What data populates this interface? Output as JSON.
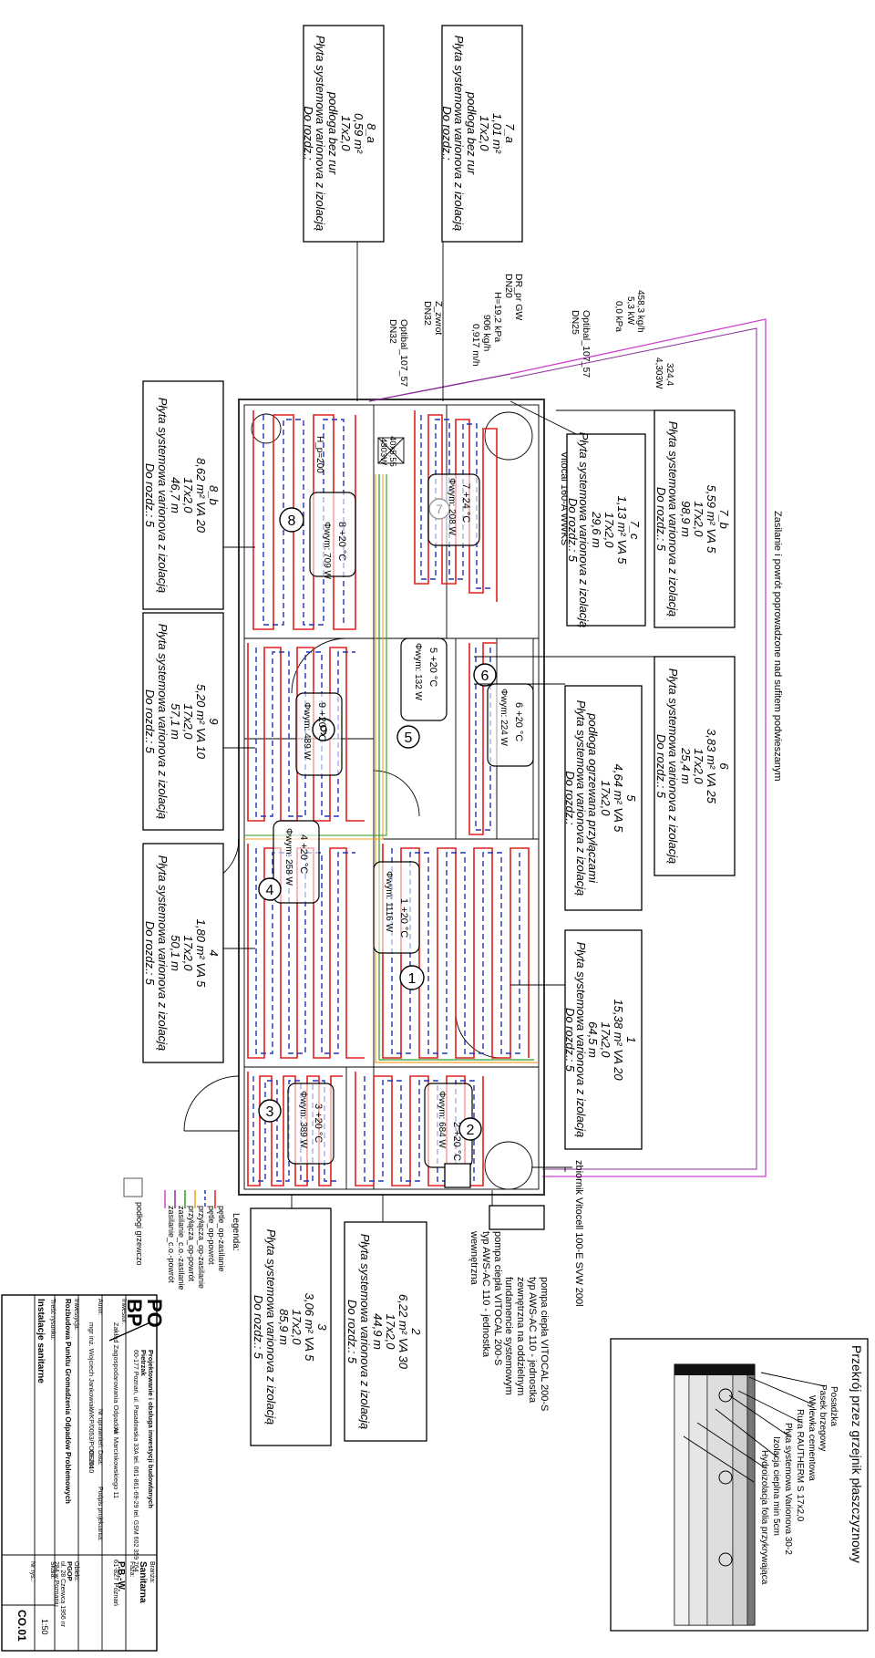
{
  "feed_note": "Zasilanie i powrót poprowadzone nad sufitem podwieszanym",
  "section": {
    "title": "Przekrój przez grzejnik płaszczyznowy",
    "layers": [
      "Posadzka",
      "Pasek brzegowy",
      "Wylewka cementowa",
      "Rura RAUTHERM S 17x2,0",
      "Płyta systemowa Varionova 30-2",
      "Izolacja cieplna min 5cm",
      "Hydroizolacja folia przykrywająca"
    ]
  },
  "rooms": [
    {
      "id": "7a",
      "lines": [
        "7_a",
        "1,01 m²",
        "17x2,0",
        "podłoga bez rur",
        "Płyta systemowa varionova z izolacją",
        "Do rozdz.:"
      ]
    },
    {
      "id": "8a",
      "lines": [
        "8_a",
        "0,59 m²",
        "17x2,0",
        "podłoga bez rur",
        "Płyta systemowa varionova z izolacją",
        "Do rozdz.:"
      ]
    },
    {
      "id": "7b",
      "lines": [
        "7_b",
        "5,59 m² VA 5",
        "17x2,0",
        "98,9 m",
        "Płyta systemowa varionova z izolacją",
        "Do rozdz.: 5"
      ]
    },
    {
      "id": "7c",
      "lines": [
        "7_c",
        "1,13 m² VA 5",
        "17x2,0",
        "29,6 m",
        "Płyta systemowa varionova z izolacją",
        "Do rozdz.: 5"
      ]
    },
    {
      "id": "8b",
      "lines": [
        "8_b",
        "8,62 m² VA 20",
        "17x2,0",
        "46,7 m",
        "Płyta systemowa varionova z izolacją",
        "Do rozdz.: 5"
      ]
    },
    {
      "id": "6",
      "lines": [
        "6",
        "3,83 m² VA 25",
        "17x2,0",
        "25,4 m",
        "Płyta systemowa varionova z izolacją",
        "Do rozdz.: 5"
      ]
    },
    {
      "id": "5",
      "lines": [
        "5",
        "4,64 m² VA 5",
        "17x2,0",
        "podłoga ogrzewana przyłączami",
        "Płyta systemowa varionova z izolacją",
        "Do rozdz.:"
      ]
    },
    {
      "id": "9",
      "lines": [
        "9",
        "5,20 m² VA 10",
        "17x2,0",
        "57,1 m",
        "Płyta systemowa varionova z izolacją",
        "Do rozdz.: 5"
      ]
    },
    {
      "id": "4",
      "lines": [
        "4",
        "1,80 m² VA 5",
        "17x2,0",
        "50,1 m",
        "Płyta systemowa varionova z izolacją",
        "Do rozdz.: 5"
      ]
    },
    {
      "id": "1",
      "lines": [
        "1",
        "15,38 m² VA 20",
        "17x2,0",
        "64,5 m",
        "Płyta systemowa varionova z izolacją",
        "Do rozdz.: 5"
      ]
    },
    {
      "id": "2",
      "lines": [
        "2",
        "6,22 m² VA 30",
        "17x2,0",
        "44,9 m",
        "Płyta systemowa varionova z izolacją",
        "Do rozdz.: 5"
      ]
    },
    {
      "id": "3",
      "lines": [
        "3",
        "3,06 m² VA 5",
        "17x2,0",
        "85,9 m",
        "Płyta systemowa varionova z izolacją",
        "Do rozdz.: 5"
      ]
    }
  ],
  "badges": [
    {
      "num": "7",
      "temp": "7 +24 °C",
      "power": "Φwym: 208 W"
    },
    {
      "num": "8",
      "temp": "8 +20 °C",
      "power": "Φwym: 709 W"
    },
    {
      "num": "6",
      "temp": "6 +20 °C",
      "power": "Φwym: 224 W"
    },
    {
      "num": "5",
      "temp": "5 +20 °C",
      "power": "Φwym: 132 W"
    },
    {
      "num": "9",
      "temp": "9 +20 °C",
      "power": "Φwym: 489 W"
    },
    {
      "num": "4",
      "temp": "4 +20 °C",
      "power": "Φwym: 258 W"
    },
    {
      "num": "1",
      "temp": "1 +20 °C",
      "power": "Φwym: 1116 W"
    },
    {
      "num": "2",
      "temp": "2 +20 °C",
      "power": "Φwym: 684 W"
    },
    {
      "num": "3",
      "temp": "3 +20 °C",
      "power": "Φwym: 389 W"
    }
  ],
  "equipment": {
    "pipe_main": [
      "DR_pr GW",
      "DN20",
      "H=19,2 kPa",
      "906 kg/h",
      "0,917 m/h"
    ],
    "z_zwrot": [
      "Z_zwrot",
      "DN32"
    ],
    "optibal_a": [
      "Optibal_107_57",
      "DN32"
    ],
    "optibal_b": [
      "Optibal_107_57",
      "DN25"
    ],
    "flow": [
      "458,3 kg/h",
      "5,3 kW",
      "0,0 kPa"
    ],
    "q_label": [
      "324,4",
      "4,303W"
    ],
    "vitocal_label": "Vitocal 160-A WWKS",
    "manifold": [
      "40x5,55",
      "4303W"
    ],
    "hp_label": "H_p=200",
    "storage_tank": "zbiornik Vitocell 100-E SVW 200l",
    "heat_pump_outdoor": [
      "pompa ciepła VITOCAL 200-S",
      "typ AWS-AC 110 - jednostka",
      "zewnętrzna na oddzielnym",
      "fundamencie systemowym"
    ],
    "heat_pump_indoor": [
      "pompa ciepła VITOCAL 200-S",
      "typ AWS-AC 110 - jednostka",
      "wewnętrzna"
    ]
  },
  "legend": {
    "title": "Legenda:",
    "items": [
      {
        "label": "pętle_op-zasilanie",
        "color": "#e0201e"
      },
      {
        "label": "pętle_op-powrót",
        "color": "#2233bb"
      },
      {
        "label": "przyłącza_op-zasilanie",
        "color": "#f0a020"
      },
      {
        "label": "przyłącza_op-powrót",
        "color": "#2a9a2a"
      },
      {
        "label": "zasilanie_c.o.-zasilanie",
        "color": "#8a2c9a"
      },
      {
        "label": "zasilanie_c.o.-powrót",
        "color": "#d040d0"
      }
    ],
    "box_label": "podłogi grzewczo"
  },
  "title_block": {
    "company": "Projektowanie i obsługa inwestycji budowlanych",
    "company_owner": "Pietrzak",
    "company_addr": "60-177 Poznań, ul. Pasadowska 33A tel. 061-861-69-29 tel. GSM 602 359 764",
    "investor_label": "Inwestor:",
    "investor": "Zakład Zagospodarowania Odpadów",
    "investor_addr": "Al. Marcinkowskiego 11",
    "investor_city": "61-827 Poznań",
    "author_label": "Autor:",
    "author": "mgr inż. Wojciech Jankowiak",
    "perm_no": "Nr uprawnień:",
    "perm_val": "WKP/0053/POOS/04",
    "date_label": "Data:",
    "date": "09.2010",
    "sign_label": "Podpis projektanta:",
    "branch_label": "Branża:",
    "branch": "Sanitarna",
    "phase_label": "Faza:",
    "phase": "P.B.-W.",
    "object_label": "Obiekt:",
    "object": "PGOP",
    "object_addr": "ul. 28 Czerwca 1956 nr",
    "object_addr2": "284 w Poznaniu",
    "investment_label": "Inwestycja:",
    "investment": "Rozbudowa Punktu Gromadzenia Odpadów Problemowych",
    "drawing_label": "Treść rysunku:",
    "drawing": "Instalacje sanitarne",
    "scale_label": "Skala:",
    "scale": "1:50",
    "sheet_label": "Nr rys.:",
    "sheet": "CO.01",
    "logo_top": "PO",
    "logo_bottom": "BP"
  }
}
